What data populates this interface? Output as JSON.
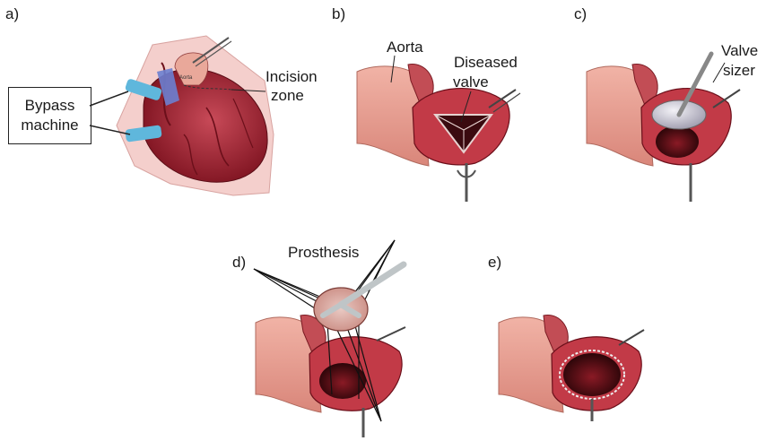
{
  "panels": {
    "a": {
      "tag": "a)",
      "box_lines": [
        "Bypass",
        "machine"
      ],
      "incision_lines": [
        "Incision",
        "zone"
      ],
      "aorta_small": "Aorta"
    },
    "b": {
      "tag": "b)",
      "aorta": "Aorta",
      "diseased_lines": [
        "Diseased",
        "valve"
      ]
    },
    "c": {
      "tag": "c)",
      "sizer_lines": [
        "Valve",
        "sizer"
      ]
    },
    "d": {
      "tag": "d)",
      "prosthesis": "Prosthesis"
    },
    "e": {
      "tag": "e)"
    }
  },
  "colors": {
    "aorta_fill": "#e8a295",
    "tissue_dark": "#8e1b25",
    "tissue_red": "#c23a47",
    "cavity": "#3a0a0f",
    "skin": "#f2c7c4",
    "tube_blue": "#5fb7dc",
    "sizer_grey": "#c9c7d4"
  }
}
